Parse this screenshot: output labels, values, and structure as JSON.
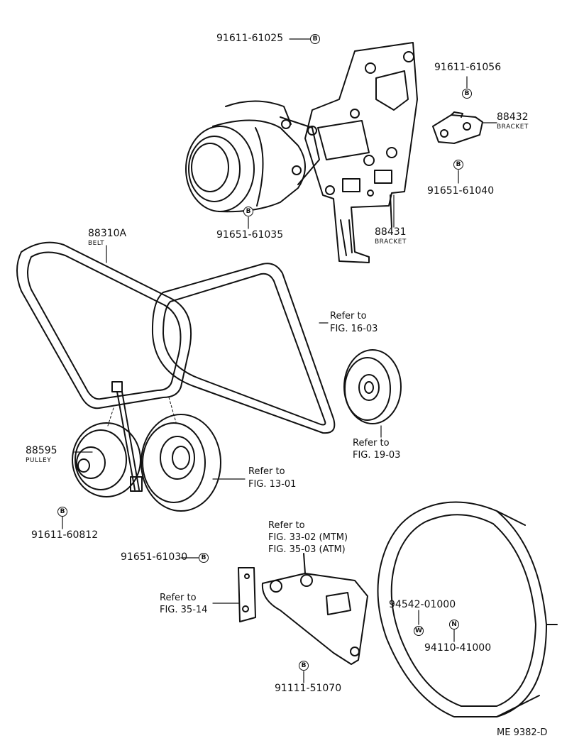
{
  "parts": {
    "bolt_top": "91611-61025",
    "bolt_right_top": "91611-61056",
    "bracket_88432": "88432",
    "bracket_88432_name": "BRACKET",
    "bolt_91651_61040": "91651-61040",
    "bolt_91651_61035": "91651-61035",
    "bracket_88431": "88431",
    "bracket_88431_name": "BRACKET",
    "belt_88310a": "88310A",
    "belt_name": "BELT",
    "pulley_88595": "88595",
    "pulley_name": "PULLEY",
    "bolt_91611_60812": "91611-60812",
    "bolt_91651_61030": "91651-61030",
    "bolt_91111_51070": "91111-51070",
    "part_94542": "94542-01000",
    "part_94110": "94110-41000"
  },
  "references": {
    "ref_16_03_a": "Refer to",
    "ref_16_03_b": "FIG. 16-03",
    "ref_19_03_a": "Refer to",
    "ref_19_03_b": "FIG. 19-03",
    "ref_13_01_a": "Refer to",
    "ref_13_01_b": "FIG. 13-01",
    "ref_33_a": "Refer to",
    "ref_33_b": "FIG. 33-02 (MTM)",
    "ref_33_c": "FIG. 35-03 (ATM)",
    "ref_35_14_a": "Refer to",
    "ref_35_14_b": "FIG. 35-14"
  },
  "markers": {
    "b": "B",
    "w": "W",
    "n": "N"
  },
  "footer": {
    "code": "ME  9382-D"
  }
}
